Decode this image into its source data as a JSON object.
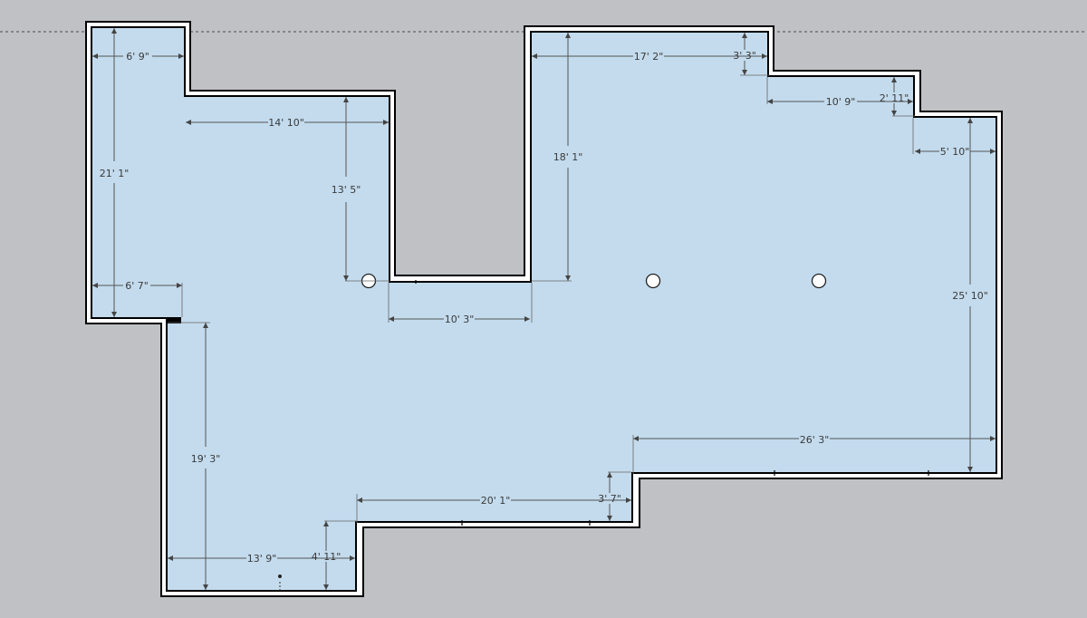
{
  "plan": {
    "floor_color": "#c3dbed",
    "wall_color": "#000000",
    "background_color": "#c0c1c5",
    "columns": [
      "column",
      "column",
      "column"
    ],
    "dimensions": [
      {
        "id": "dim-6-9",
        "label": "6' 9\""
      },
      {
        "id": "dim-14-10",
        "label": "14' 10\""
      },
      {
        "id": "dim-21-1",
        "label": "21' 1\""
      },
      {
        "id": "dim-13-5",
        "label": "13' 5\""
      },
      {
        "id": "dim-6-7",
        "label": "6' 7\""
      },
      {
        "id": "dim-10-3",
        "label": "10' 3\""
      },
      {
        "id": "dim-18-1",
        "label": "18' 1\""
      },
      {
        "id": "dim-17-2",
        "label": "17' 2\""
      },
      {
        "id": "dim-3-3",
        "label": "3' 3\""
      },
      {
        "id": "dim-10-9",
        "label": "10' 9\""
      },
      {
        "id": "dim-2-11",
        "label": "2' 11\""
      },
      {
        "id": "dim-5-10",
        "label": "5' 10\""
      },
      {
        "id": "dim-25-10",
        "label": "25' 10\""
      },
      {
        "id": "dim-26-3",
        "label": "26' 3\""
      },
      {
        "id": "dim-19-3",
        "label": "19' 3\""
      },
      {
        "id": "dim-20-1",
        "label": "20' 1\""
      },
      {
        "id": "dim-3-7",
        "label": "3' 7\""
      },
      {
        "id": "dim-13-9",
        "label": "13' 9\""
      },
      {
        "id": "dim-4-11",
        "label": "4' 11\""
      }
    ]
  }
}
